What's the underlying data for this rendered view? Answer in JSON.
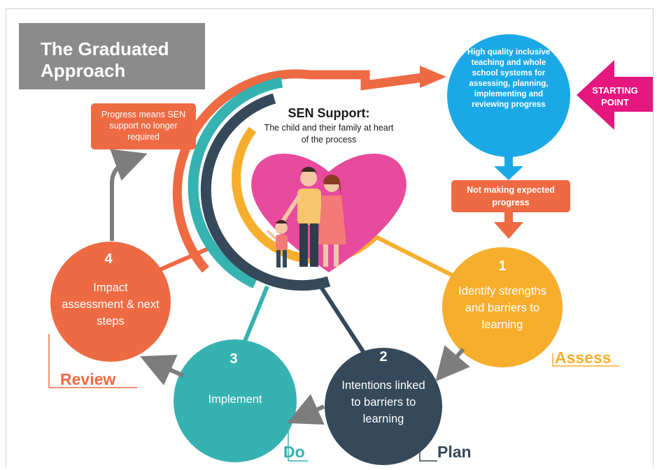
{
  "title": "The Graduated Approach",
  "center": {
    "heading": "SEN Support:",
    "subtext": "The child and their family at heart of the process"
  },
  "start": {
    "circle_text": "High quality inclusive teaching and whole school systems for assessing, planning, implementing and reviewing progress",
    "badge": "STARTING POINT",
    "not_making": "Not making expected progress"
  },
  "steps": [
    {
      "number": "1",
      "text": "Identify strengths and barriers to learning",
      "label": "Assess"
    },
    {
      "number": "2",
      "text": "Intentions linked to barriers to learning",
      "label": "Plan"
    },
    {
      "number": "3",
      "text": "Implement",
      "label": "Do"
    },
    {
      "number": "4",
      "text": "Impact assessment & next steps",
      "label": "Review"
    }
  ],
  "progress_note": "Progress means SEN support no longer required",
  "colors": {
    "title_bg": "#8b8b8b",
    "orange": "#ee6a43",
    "yellow": "#f7ae2d",
    "navy": "#35495b",
    "teal": "#36b2b1",
    "blue": "#1aa9e6",
    "magenta": "#e5177e",
    "heart": "#e84a9d",
    "arrow_gray": "#7d7d7d"
  }
}
